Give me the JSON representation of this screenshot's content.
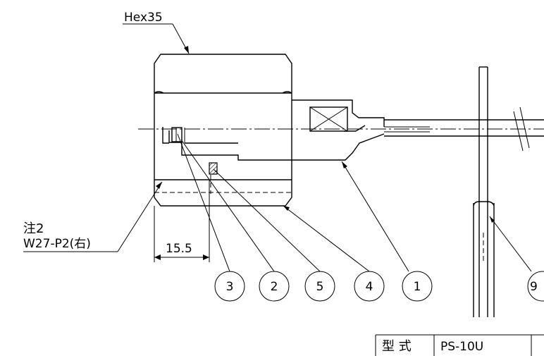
{
  "labels": {
    "hex": "Hex35",
    "note": "注2",
    "thread": "W27-P2(右)",
    "dimension": "15.5"
  },
  "balloons": [
    "3",
    "2",
    "5",
    "4",
    "1",
    "9"
  ],
  "title_block": {
    "key": "型 式",
    "value": "PS-10U"
  }
}
